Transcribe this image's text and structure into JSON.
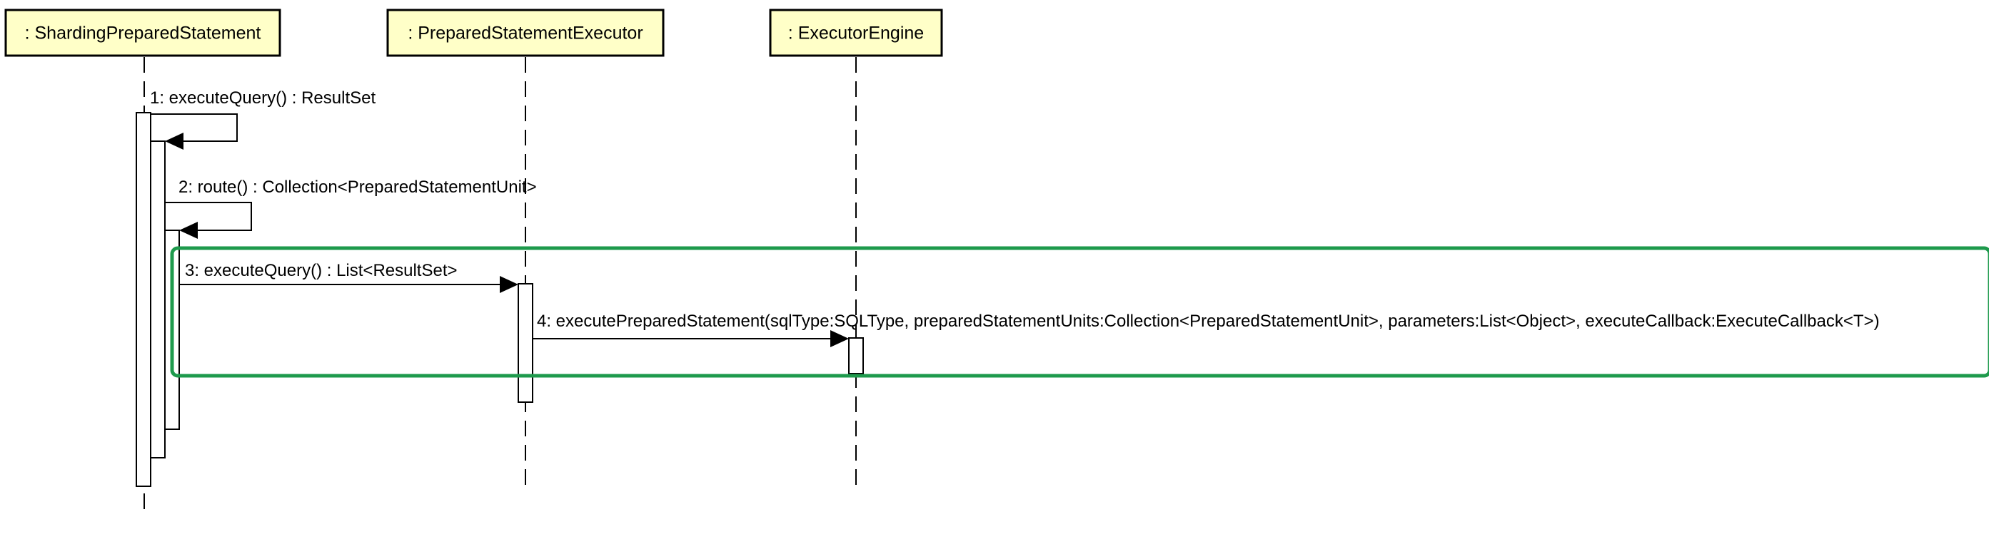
{
  "participants": [
    {
      "label": ": ShardingPreparedStatement"
    },
    {
      "label": ": PreparedStatementExecutor"
    },
    {
      "label": ": ExecutorEngine"
    }
  ],
  "messages": [
    {
      "label": "1: executeQuery() : ResultSet"
    },
    {
      "label": "2: route() : Collection<PreparedStatementUnit>"
    },
    {
      "label": "3: executeQuery() : List<ResultSet>"
    },
    {
      "label": "4: executePreparedStatement(sqlType:SQLType, preparedStatementUnits:Collection<PreparedStatementUnit>, parameters:List<Object>, executeCallback:ExecuteCallback<T>)"
    }
  ],
  "colors": {
    "participant_fill": "#ffffc8",
    "highlight_frame": "#1e9a4c"
  }
}
